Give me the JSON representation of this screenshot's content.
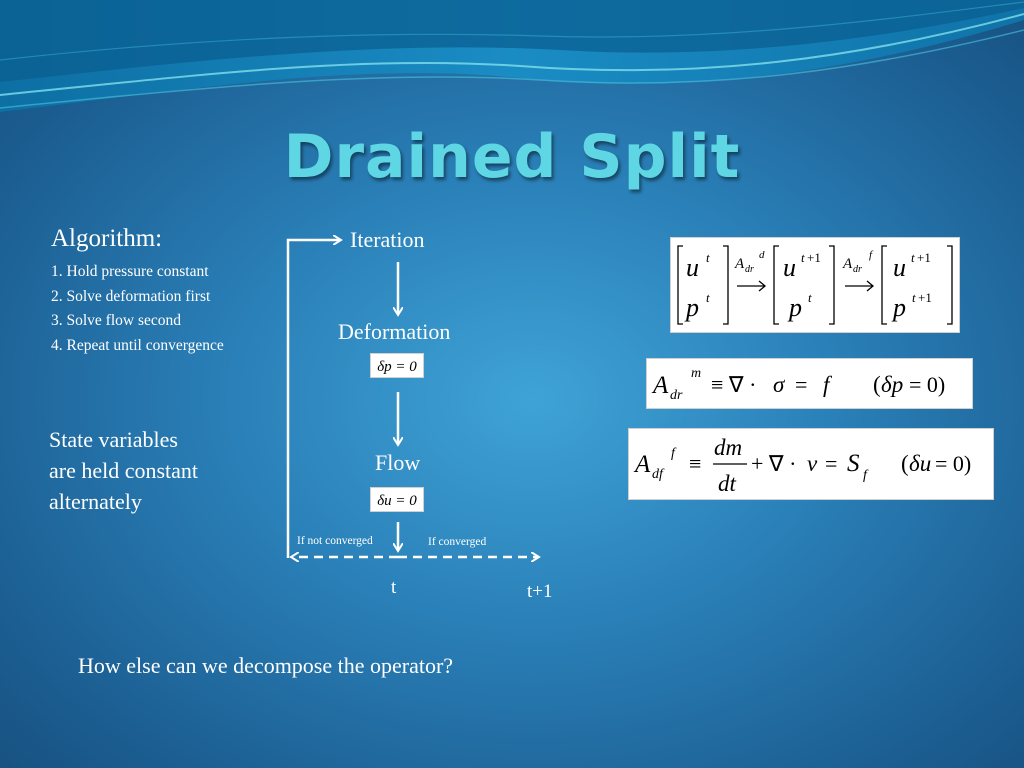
{
  "title": "Drained Split",
  "algorithm": {
    "heading": "Algorithm:",
    "steps": [
      "1. Hold pressure constant",
      "2. Solve deformation first",
      "3. Solve flow second",
      "4. Repeat until convergence"
    ]
  },
  "state_note": {
    "lines": [
      "State variables",
      "are held constant",
      "alternately"
    ]
  },
  "flowchart": {
    "iteration": "Iteration",
    "deformation": "Deformation",
    "deformation_condition": "δp = 0",
    "flow": "Flow",
    "flow_condition": "δu = 0",
    "not_converged": "If not converged",
    "converged": "If converged",
    "t_label": "t",
    "t_next_label": "t+1"
  },
  "equations": {
    "matrix_sequence": "[u^t; p^t] —A_dr^d→ [u^(t+1); p^t] —A_dr^f→ [u^(t+1); p^(t+1)]",
    "mechanics": "A_dr^m ≡ ∇·σ = f    (δp = 0)",
    "flow": "A_df^f ≡ dm/dt + ∇·v = S_f    (δu = 0)"
  },
  "question": "How else can we decompose the operator?"
}
